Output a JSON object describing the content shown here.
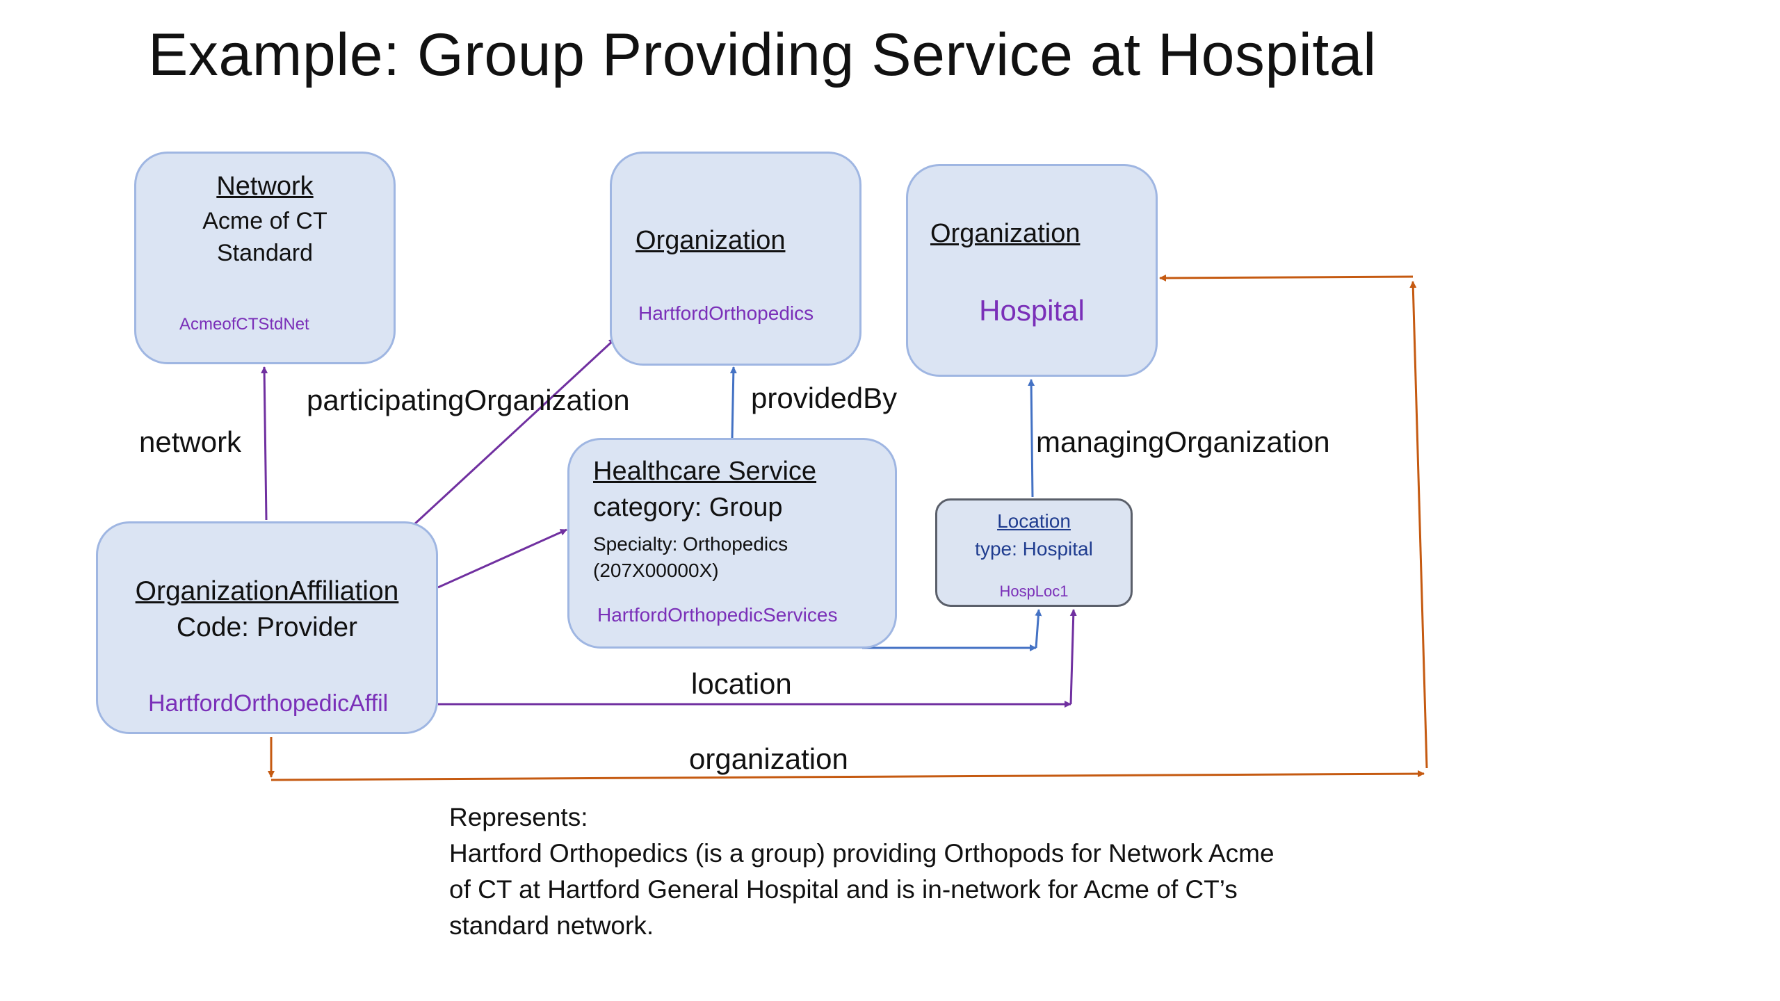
{
  "title": "Example:  Group Providing Service at Hospital",
  "colors": {
    "purple_edge": "#7030a0",
    "blue_edge": "#4472c4",
    "orange_edge": "#c55a11",
    "node_fill": "#dbe4f3",
    "node_border": "#9fb6e2",
    "id_text": "#7a2fb8"
  },
  "nodes": {
    "network": {
      "type": "Network",
      "line1": "Acme of CT",
      "line2": "Standard",
      "id": "AcmeofCTStdNet"
    },
    "org_hartford": {
      "type": "Organization",
      "id": "HartfordOrthopedics"
    },
    "org_hospital": {
      "type": "Organization",
      "name": "Hospital"
    },
    "healthcare_service": {
      "type": "Healthcare Service",
      "category": "category: Group",
      "specialty": "Specialty:  Orthopedics",
      "code": "(207X00000X)",
      "id": "HartfordOrthopedicServices"
    },
    "location": {
      "type": "Location",
      "subtype": "type: Hospital",
      "id": "HospLoc1"
    },
    "affiliation": {
      "type": "OrganizationAffiliation",
      "code": "Code: Provider",
      "id": "HartfordOrthopedicAffil"
    }
  },
  "edges": {
    "network": "network",
    "participating": "participatingOrganization",
    "provided_by": "providedBy",
    "managing": "managingOrganization",
    "location": "location",
    "organization": "organization"
  },
  "note": {
    "heading": "Represents:",
    "lines": [
      "Hartford Orthopedics (is a group) providing Orthopods for Network Acme",
      "of CT at Hartford General Hospital and is in-network for Acme of CT’s",
      "standard network."
    ]
  }
}
